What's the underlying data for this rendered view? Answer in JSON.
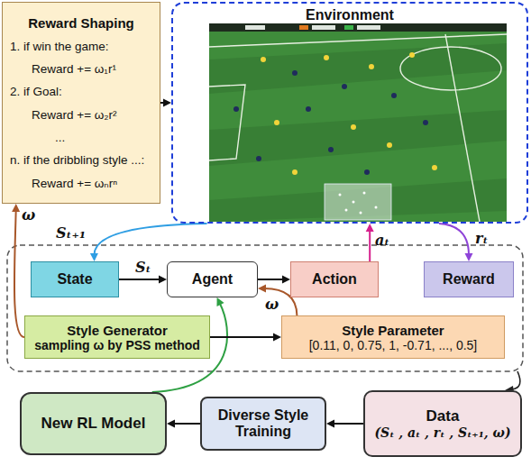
{
  "diagram": {
    "nodes": [
      {
        "text": [
          "Reward Shaping",
          "1. if win the game:",
          "Reward += ω₁r¹",
          "2. if Goal:",
          "Reward += ω₂r²",
          "...",
          "n. if the dribbling style ...:",
          "Reward += ωₙrⁿ"
        ]
      },
      {
        "text": [
          "Environment"
        ]
      },
      {
        "text": [
          "State"
        ]
      },
      {
        "text": [
          "Agent"
        ]
      },
      {
        "text": [
          "Action"
        ]
      },
      {
        "text": [
          "Reward"
        ]
      },
      {
        "text": [
          "Style Generator",
          "sampling ω by PSS method"
        ]
      },
      {
        "text": [
          "Style Parameter",
          "[0.11, 0, 0.75, 1, -0.71, ..., 0.5]"
        ]
      },
      {
        "text": [
          "New RL Model"
        ]
      },
      {
        "text": [
          "Diverse Style Training"
        ]
      },
      {
        "text": [
          "Data",
          "(Sₜ , aₜ , rₜ , Sₜ₊₁, ω)"
        ]
      }
    ],
    "edges": [
      {
        "from": 0,
        "to": 1,
        "arrow": "to"
      },
      {
        "from": 1,
        "to": 2,
        "arrow": "to"
      },
      {
        "from": 2,
        "to": 3,
        "label": "Sₜ",
        "arrow": "to"
      },
      {
        "from": 3,
        "to": 4,
        "arrow": "to"
      },
      {
        "from": 4,
        "to": 1,
        "label": "aₜ",
        "arrow": "to"
      },
      {
        "from": 1,
        "to": 5,
        "label": "rₜ",
        "arrow": "to"
      },
      {
        "from": 8,
        "to": 3,
        "arrow": "to"
      },
      {
        "from": 6,
        "to": 0,
        "label": "ω",
        "arrow": "to"
      },
      {
        "from": 7,
        "to": 3,
        "label": "ω",
        "arrow": "to"
      },
      {
        "from": 6,
        "to": 7,
        "arrow": "to"
      },
      {
        "from": 10,
        "to": 9,
        "arrow": "to"
      },
      {
        "from": 9,
        "to": 8,
        "arrow": "to"
      }
    ],
    "labels": [
      "Sₜ₊₁"
    ]
  }
}
